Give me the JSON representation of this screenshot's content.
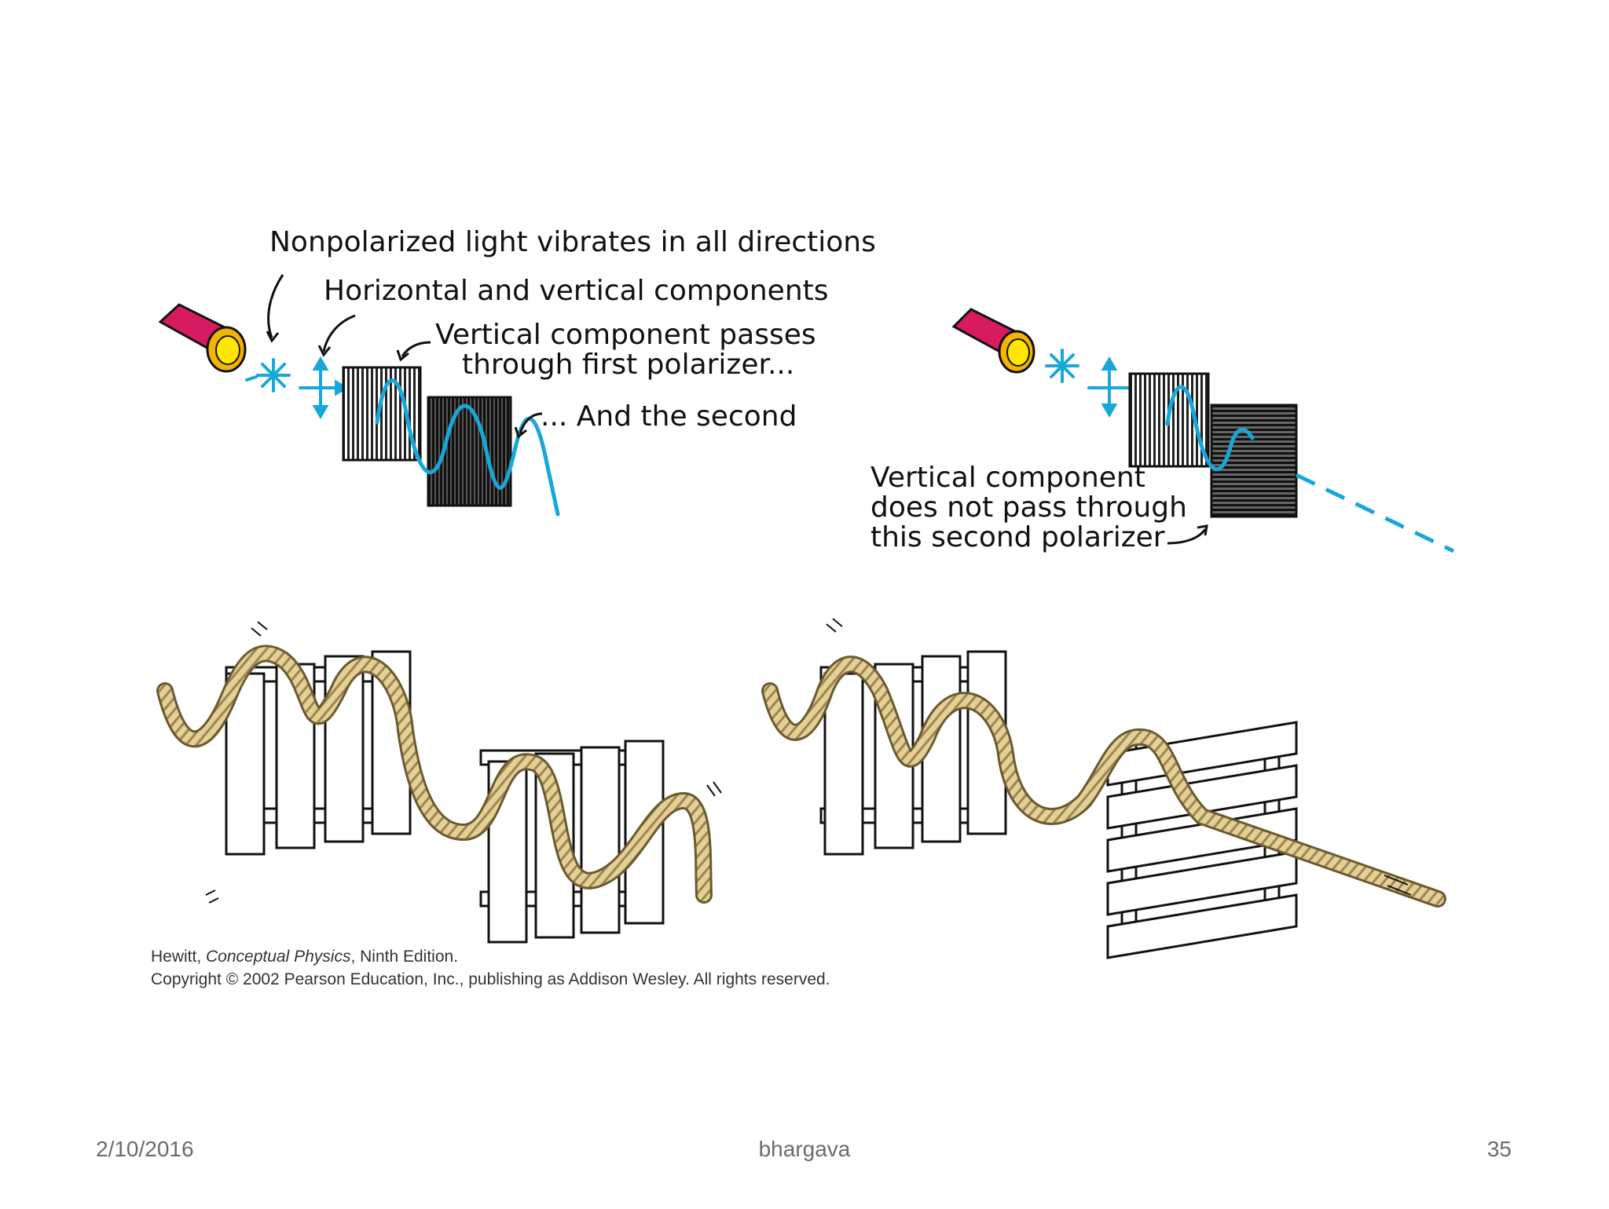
{
  "figure": {
    "left_panel": {
      "label_nonpolarized": "Nonpolarized light vibrates in all directions",
      "label_components": "Horizontal and vertical components",
      "label_first_line1": "Vertical component passes",
      "label_first_line2": "through first polarizer...",
      "label_second": "... And the second"
    },
    "right_panel": {
      "label_blocked_line1": "Vertical component",
      "label_blocked_line2": "does not pass through",
      "label_blocked_line3": "this second polarizer"
    },
    "credit_line1_author": "Hewitt, ",
    "credit_line1_book": "Conceptual Physics",
    "credit_line1_edition": ", Ninth Edition.",
    "credit_line2": "Copyright © 2002 Pearson Education, Inc., publishing as Addison Wesley.  All rights reserved."
  },
  "footer": {
    "date": "2/10/2016",
    "author": "bhargava",
    "page_number": "35"
  },
  "colors": {
    "light_wave": "#18a7d9",
    "flashlight_body": "#d81b60",
    "flashlight_lens": "#ffd400",
    "rope": "#e4cf95"
  },
  "icons": [
    "flashlight-icon",
    "polarizer-filter-icon",
    "fence-icon",
    "rope-icon"
  ]
}
